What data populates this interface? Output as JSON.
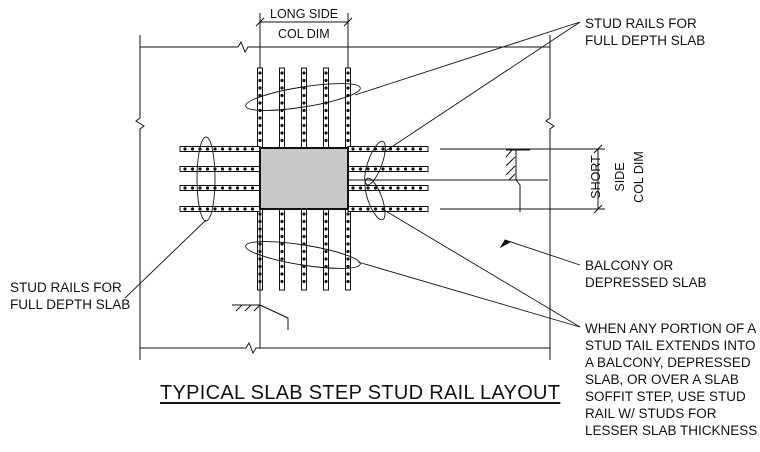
{
  "dimensions": {
    "long_side": "LONG SIDE",
    "long_col_dim": "COL DIM",
    "short": "SHORT",
    "short_side": "SIDE",
    "short_col_dim": "COL DIM"
  },
  "notes": {
    "stud_rails_top": [
      "STUD RAILS FOR",
      "FULL DEPTH SLAB"
    ],
    "stud_rails_left": [
      "STUD RAILS FOR",
      "FULL DEPTH SLAB"
    ],
    "balcony": [
      "BALCONY OR",
      "DEPRESSED SLAB"
    ],
    "when_any": [
      "WHEN ANY PORTION OF A",
      "STUD TAIL EXTENDS INTO",
      "A BALCONY, DEPRESSED",
      "SLAB, OR OVER A SLAB",
      "SOFFIT STEP, USE STUD",
      "RAIL W/ STUDS FOR",
      "LESSER SLAB THICKNESS"
    ]
  },
  "title": "TYPICAL SLAB STEP STUD RAIL LAYOUT",
  "colors": {
    "ink": "#111111",
    "column_fill": "#c8c8c8"
  },
  "layout_counts": {
    "vertical_rails": 5,
    "horizontal_rails_per_side": 4
  }
}
